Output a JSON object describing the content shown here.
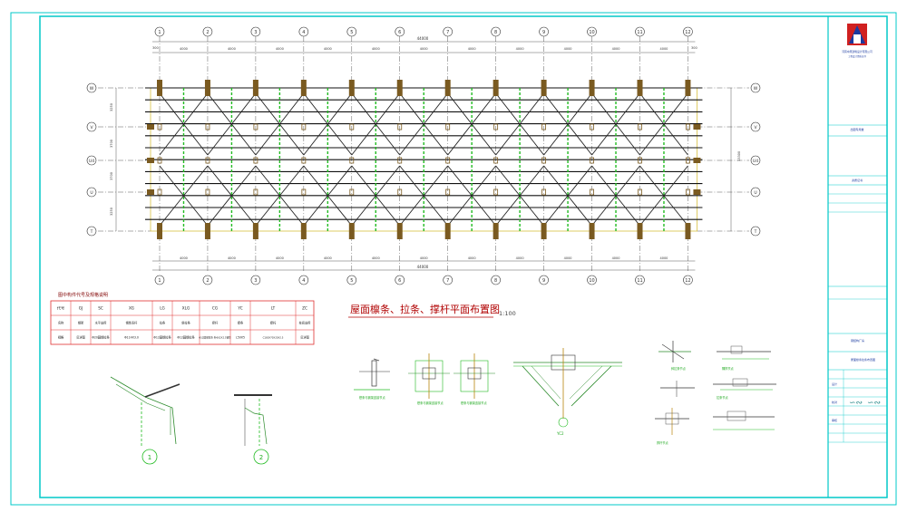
{
  "drawing": {
    "title": "屋面檩条、拉条、撑杆平面布置图",
    "scale": "1:100",
    "total_dim": "44000",
    "bay_dim": "4000",
    "edge_dim": "300",
    "col_axes": [
      "1",
      "2",
      "3",
      "4",
      "5",
      "6",
      "7",
      "8",
      "9",
      "10",
      "11",
      "12"
    ],
    "row_axes": [
      "W",
      "V",
      "U4",
      "U",
      "T"
    ],
    "row_dims": [
      "3250",
      "3700",
      "3700",
      "3250"
    ],
    "right_dim": "13300"
  },
  "legend": {
    "title": "图中构件代号及规格说明",
    "headers": [
      "代号",
      "GJ",
      "SC",
      "XG",
      "LG",
      "XLG",
      "CG",
      "YC",
      "LT",
      "ZC"
    ],
    "row_names": [
      "名称",
      "钢架",
      "水平支撑",
      "钢性系杆",
      "拉条",
      "斜拉条",
      "撑杆",
      "檩条",
      "檩托",
      "柱间支撑"
    ],
    "row_specs": [
      "规格",
      "见详图",
      "Φ20圆钢拉条",
      "Φ114X3.0",
      "Φ12圆钢拉条",
      "Φ12圆钢拉条",
      "Φ12圆钢拉条 外Φ32X2.5钢管",
      "L50X5",
      "C180X70X20X2.5",
      "见详图"
    ]
  },
  "details": {
    "detail1": "1",
    "detail2": "2",
    "yc2": "YC2",
    "n1": "檩条与钢架连接节点",
    "n2": "檩条与钢架连接节点",
    "n3": "檩条与钢架连接节点",
    "n4": "斜拉条节点",
    "n5": "隅撑节点",
    "n6": "拉条节点",
    "n7": "撑杆节点"
  },
  "title_block": {
    "company": "河南中原建筑设计有限公司",
    "company_sub": "工程设计资质证书",
    "seal": "出图专用章",
    "qual_label": "资质证书",
    "project": "钢结构厂房",
    "drawing_name": "屋面檩条拉条布置图",
    "sig1": "设计",
    "sig2": "校对",
    "sig3": "审核"
  },
  "colors": {
    "border": "#00c8c8",
    "axis": "#333333",
    "purlin": "#111111",
    "brace": "#222222",
    "column": "#7a5a20",
    "green": "#22bb22",
    "legend_border": "#e03030",
    "yellow": "#d8c040"
  }
}
